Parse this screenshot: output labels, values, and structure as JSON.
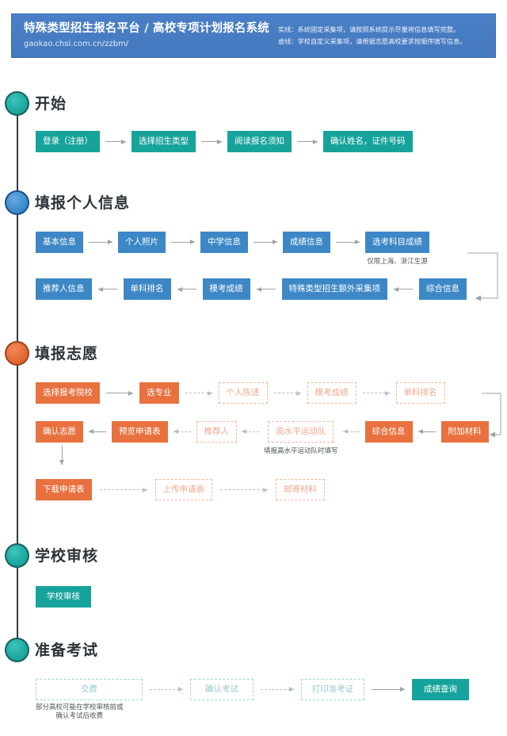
{
  "header": {
    "title": "特殊类型招生报名平台 / 高校专项计划报名系统",
    "url": "gaokao.chsi.com.cn/zzbm/",
    "note_solid": "实线：系统固定采集项，请按照系统提示尽量将信息填写完整。",
    "note_dashed": "虚线：学校自定义采集项，请根据志愿高校要求按顺序填写信息。",
    "bg_color": "#4479bf"
  },
  "colors": {
    "teal": "#16a39b",
    "blue": "#3d87c6",
    "orange": "#e8713f",
    "ghost_orange": "#f0b89e",
    "ghost_teal": "#a9d6d3",
    "arrow": "#9aa3a8",
    "timeline": "#2f3e46"
  },
  "sections": [
    {
      "id": "start",
      "title": "开始",
      "marker_color": "teal",
      "rows": [
        {
          "direction": "right",
          "items": [
            {
              "label": "登录（注册）",
              "style": "teal"
            },
            {
              "label": "选择招生类型",
              "style": "teal"
            },
            {
              "label": "阅读报名须知",
              "style": "teal"
            },
            {
              "label": "确认姓名，证件号码",
              "style": "teal"
            }
          ]
        }
      ]
    },
    {
      "id": "personal-info",
      "title": "填报个人信息",
      "marker_color": "blue",
      "rows": [
        {
          "direction": "right",
          "items": [
            {
              "label": "基本信息",
              "style": "blue"
            },
            {
              "label": "个人照片",
              "style": "blue"
            },
            {
              "label": "中学信息",
              "style": "blue"
            },
            {
              "label": "成绩信息",
              "style": "blue"
            },
            {
              "label": "选考科目成绩",
              "style": "blue",
              "note": "仅限上海、浙江生源"
            }
          ]
        },
        {
          "direction": "left",
          "items": [
            {
              "label": "推荐人信息",
              "style": "blue"
            },
            {
              "label": "单科排名",
              "style": "blue"
            },
            {
              "label": "模考成绩",
              "style": "blue"
            },
            {
              "label": "特殊类型招生额外采集项",
              "style": "blue"
            },
            {
              "label": "综合信息",
              "style": "blue"
            }
          ]
        }
      ]
    },
    {
      "id": "apply-volunteer",
      "title": "填报志愿",
      "marker_color": "orange",
      "rows": [
        {
          "direction": "right",
          "items": [
            {
              "label": "选择报考院校",
              "style": "orange",
              "arrow": "solid"
            },
            {
              "label": "选专业",
              "style": "orange",
              "arrow": "dashed"
            },
            {
              "label": "个人陈述",
              "style": "ghost-o",
              "arrow": "dashed"
            },
            {
              "label": "模考成绩",
              "style": "ghost-o",
              "arrow": "dashed"
            },
            {
              "label": "单科排名",
              "style": "ghost-o"
            }
          ]
        },
        {
          "direction": "left",
          "items": [
            {
              "label": "确认志愿",
              "style": "orange",
              "arrow": "solid"
            },
            {
              "label": "预览申请表",
              "style": "orange",
              "arrow": "dashed"
            },
            {
              "label": "推荐人",
              "style": "ghost-o",
              "arrow": "dashed"
            },
            {
              "label": "高水平运动队",
              "style": "ghost-o",
              "note": "填报高水平运动队时填写",
              "arrow": "solid"
            },
            {
              "label": "综合信息",
              "style": "orange",
              "arrow": "solid"
            },
            {
              "label": "附加材料",
              "style": "orange"
            }
          ]
        },
        {
          "direction": "right",
          "items": [
            {
              "label": "下载申请表",
              "style": "orange",
              "arrow": "dashed"
            },
            {
              "label": "上传申请表",
              "style": "ghost-o",
              "arrow": "dashed"
            },
            {
              "label": "邮寄材料",
              "style": "ghost-o"
            }
          ]
        }
      ]
    },
    {
      "id": "school-review",
      "title": "学校审核",
      "marker_color": "teal",
      "rows": [
        {
          "direction": "right",
          "items": [
            {
              "label": "学校审核",
              "style": "teal"
            }
          ]
        }
      ]
    },
    {
      "id": "prepare-exam",
      "title": "准备考试",
      "marker_color": "teal",
      "rows": [
        {
          "direction": "right",
          "items": [
            {
              "label": "交费",
              "style": "ghost-t",
              "note": "部分高校可能在学校审核前或\n确认考试后收费",
              "arrow": "dashed"
            },
            {
              "label": "确认考试",
              "style": "ghost-t",
              "arrow": "dashed"
            },
            {
              "label": "打印准考证",
              "style": "ghost-t",
              "arrow": "solid"
            },
            {
              "label": "成绩查询",
              "style": "teal"
            }
          ]
        }
      ]
    }
  ]
}
